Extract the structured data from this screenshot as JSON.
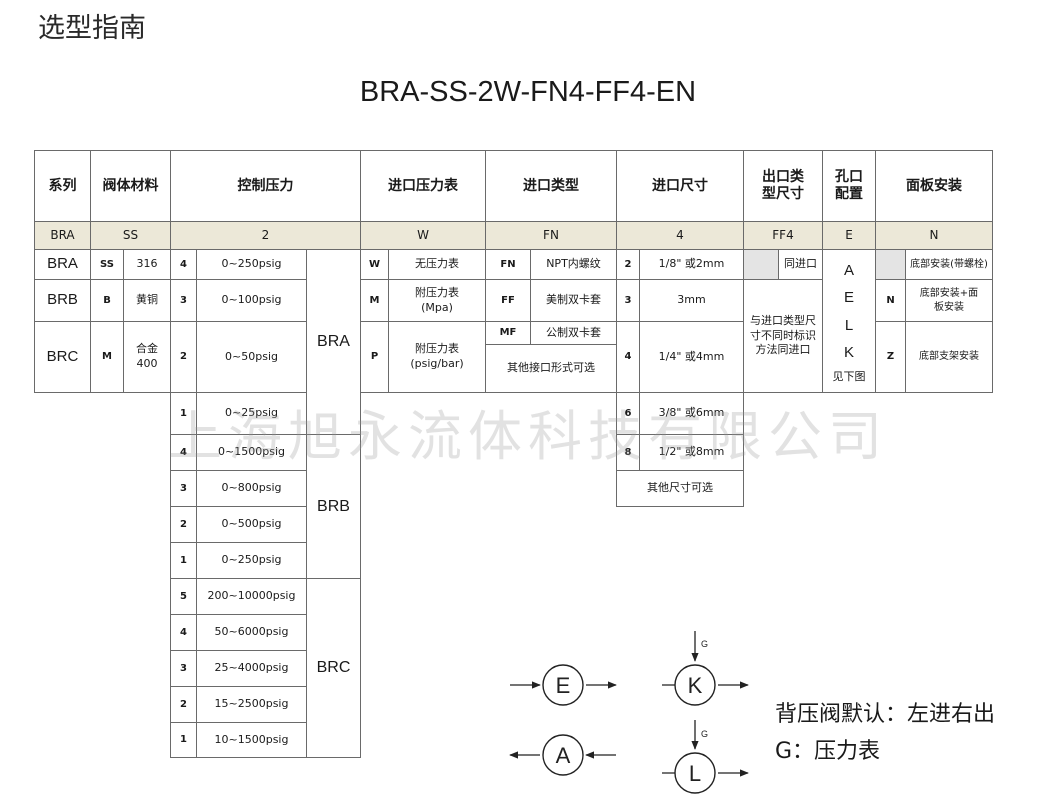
{
  "heading": "选型指南",
  "model_code": "BRA-SS-2W-FN4-FF4-EN",
  "header": {
    "series": "系列",
    "body_material": "阀体材料",
    "control_pressure": "控制压力",
    "inlet_gauge": "进口压力表",
    "inlet_type": "进口类型",
    "inlet_size": "进口尺寸",
    "outlet_type_size": "出口类型尺寸",
    "port_config": "孔口配置",
    "panel_mount": "面板安装"
  },
  "example": {
    "series": "BRA",
    "material": "SS",
    "pressure": "2",
    "gauge": "W",
    "inlet_type": "FN",
    "inlet_size": "4",
    "outlet": "FF4",
    "port": "E",
    "panel": "N"
  },
  "series": [
    "BRA",
    "BRB",
    "BRC"
  ],
  "materials": [
    {
      "code": "SS",
      "name": "316"
    },
    {
      "code": "B",
      "name": "黄铜"
    },
    {
      "code": "M",
      "name": "合金 400"
    }
  ],
  "pressure_groups": [
    {
      "label": "BRA",
      "rows": [
        {
          "code": "4",
          "range": "0~250psig"
        },
        {
          "code": "3",
          "range": "0~100psig"
        },
        {
          "code": "2",
          "range": "0~50psig"
        },
        {
          "code": "1",
          "range": "0~25psig"
        }
      ]
    },
    {
      "label": "BRB",
      "rows": [
        {
          "code": "4",
          "range": "0~1500psig"
        },
        {
          "code": "3",
          "range": "0~800psig"
        },
        {
          "code": "2",
          "range": "0~500psig"
        },
        {
          "code": "1",
          "range": "0~250psig"
        }
      ]
    },
    {
      "label": "BRC",
      "rows": [
        {
          "code": "5",
          "range": "200~10000psig"
        },
        {
          "code": "4",
          "range": "50~6000psig"
        },
        {
          "code": "3",
          "range": "25~4000psig"
        },
        {
          "code": "2",
          "range": "15~2500psig"
        },
        {
          "code": "1",
          "range": "10~1500psig"
        }
      ]
    }
  ],
  "gauges": [
    {
      "code": "W",
      "name": "无压力表"
    },
    {
      "code": "M",
      "name": "附压力表 (Mpa)"
    },
    {
      "code": "P",
      "name": "附压力表 (psig/bar)"
    }
  ],
  "inlet_types": [
    {
      "code": "FN",
      "name": "NPT内螺纹"
    },
    {
      "code": "FF",
      "name": "美制双卡套"
    },
    {
      "code": "MF",
      "name": "公制双卡套"
    }
  ],
  "inlet_types_other": "其他接口形式可选",
  "inlet_sizes": [
    {
      "code": "2",
      "size": "1/8\" 或2mm"
    },
    {
      "code": "3",
      "size": "3mm"
    },
    {
      "code": "4",
      "size": "1/4\" 或4mm"
    },
    {
      "code": "6",
      "size": "3/8\" 或6mm"
    },
    {
      "code": "8",
      "size": "1/2\" 或8mm"
    }
  ],
  "inlet_sizes_other": "其他尺寸可选",
  "outlet": {
    "same": "同进口",
    "diff_note": "与进口类型尺寸不同时标识方法同进口"
  },
  "ports": {
    "letters": [
      "A",
      "E",
      "L",
      "K"
    ],
    "note": "见下图"
  },
  "panel": [
    {
      "code": "",
      "name": "底部安装(带螺栓)"
    },
    {
      "code": "N",
      "name": "底部安装+面板安装"
    },
    {
      "code": "Z",
      "name": "底部支架安装"
    }
  ],
  "watermark": "上海旭永流体科技有限公司",
  "diagram": {
    "letters": [
      "E",
      "K",
      "A",
      "L"
    ],
    "gauge_mark": "G",
    "legend_line1": "背压阀默认：左进右出",
    "legend_line2": "G：压力表"
  }
}
